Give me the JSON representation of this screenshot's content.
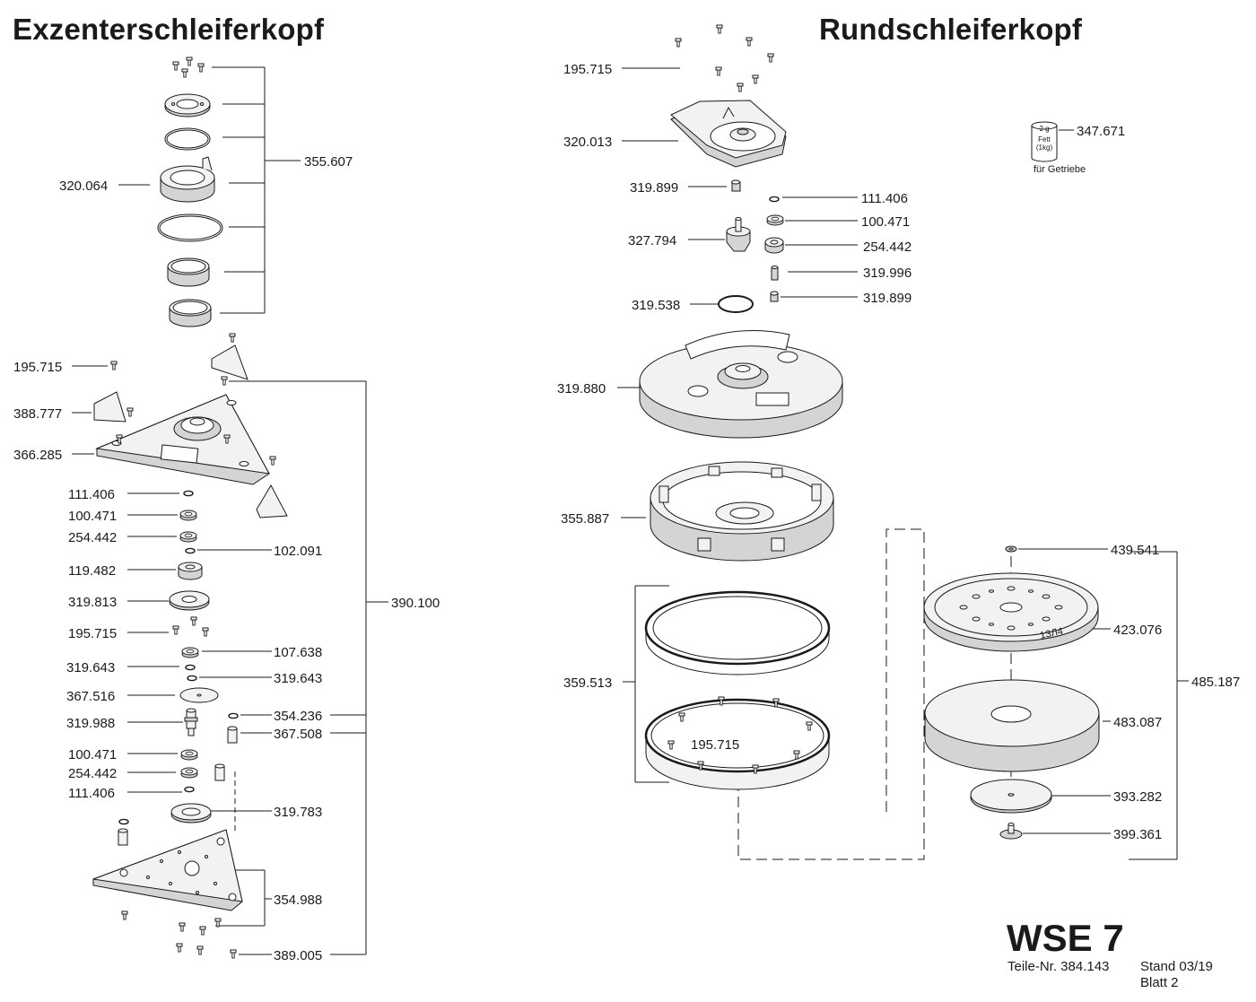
{
  "titles": {
    "left": "Exzenterschleiferkopf",
    "right": "Rundschleiferkopf"
  },
  "footer": {
    "model": "WSE 7",
    "part_number": "Teile-Nr. 384.143",
    "stand": "Stand  03/19",
    "sheet": "Blatt 2"
  },
  "grease": {
    "label": "347.671",
    "can_amount": "2 g",
    "can_name": "Fett",
    "can_weight": "(1kg)",
    "note": "für Getriebe"
  },
  "labels": {
    "l_355607": "355.607",
    "l_320064": "320.064",
    "l_195715_a": "195.715",
    "l_388777": "388.777",
    "l_366285": "366.285",
    "l_111406_a": "111.406",
    "l_100471_a": "100.471",
    "l_254442_a": "254.442",
    "l_102091": "102.091",
    "l_119482": "119.482",
    "l_319813": "319.813",
    "l_195715_b": "195.715",
    "l_107638": "107.638",
    "l_319643_a": "319.643",
    "l_319643_b": "319.643",
    "l_367516": "367.516",
    "l_319988": "319.988",
    "l_354236": "354.236",
    "l_367508": "367.508",
    "l_100471_b": "100.471",
    "l_254442_b": "254.442",
    "l_111406_b": "111.406",
    "l_319783": "319.783",
    "l_354988": "354.988",
    "l_389005": "389.005",
    "l_390100": "390.100",
    "r_195715_a": "195.715",
    "r_320013": "320.013",
    "r_319899_a": "319.899",
    "r_111406": "111.406",
    "r_100471": "100.471",
    "r_327794": "327.794",
    "r_254442": "254.442",
    "r_319996": "319.996",
    "r_319538": "319.538",
    "r_319899_b": "319.899",
    "r_319880": "319.880",
    "r_355887": "355.887",
    "r_359513": "359.513",
    "r_195715_b": "195.715",
    "r_439541": "439.541",
    "r_423076": "423.076",
    "r_485187": "485.187",
    "r_483087": "483.087",
    "r_393282": "393.282",
    "r_399361": "399.361",
    "plate_mark": "1ЗЛ4"
  },
  "colors": {
    "line": "#1a1a1a",
    "part_fill": "#f2f2f2",
    "part_shade": "#d4d4d4"
  }
}
